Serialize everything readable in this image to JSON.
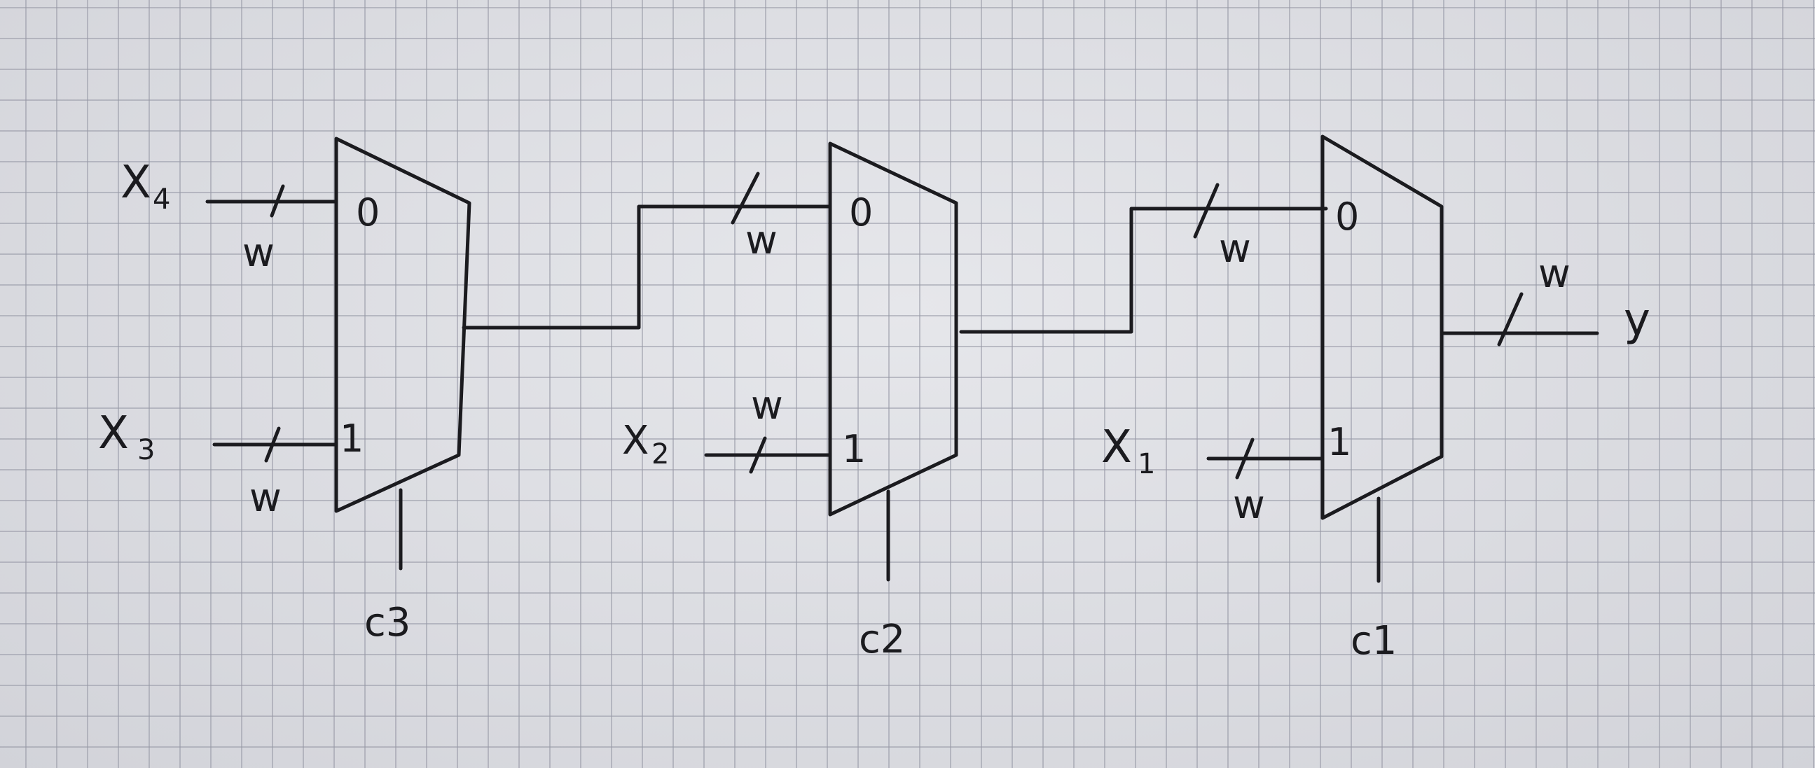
{
  "diagram": {
    "labels": {
      "x4": "X",
      "x4_sub": "4",
      "x3": "X",
      "x3_sub": "3",
      "x2": "X",
      "x2_sub": "2",
      "x1": "X",
      "x1_sub": "1",
      "y": "y",
      "c3": "c3",
      "c2": "c2",
      "c1": "c1",
      "width": "w",
      "pin0": "0",
      "pin1": "1"
    },
    "mux_count": 3,
    "ink_color": "#1b1b1f",
    "paper_color": "#dcdde2"
  }
}
